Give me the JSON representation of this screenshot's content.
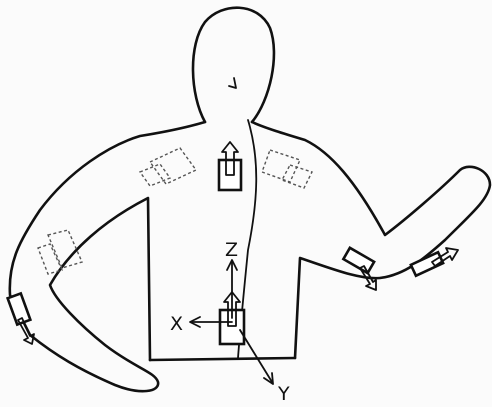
{
  "axes": {
    "x_label": "X",
    "y_label": "Y",
    "z_label": "Z"
  },
  "colors": {
    "ink": "#111111",
    "dashed": "#555555",
    "background": "#fbfbfb"
  }
}
